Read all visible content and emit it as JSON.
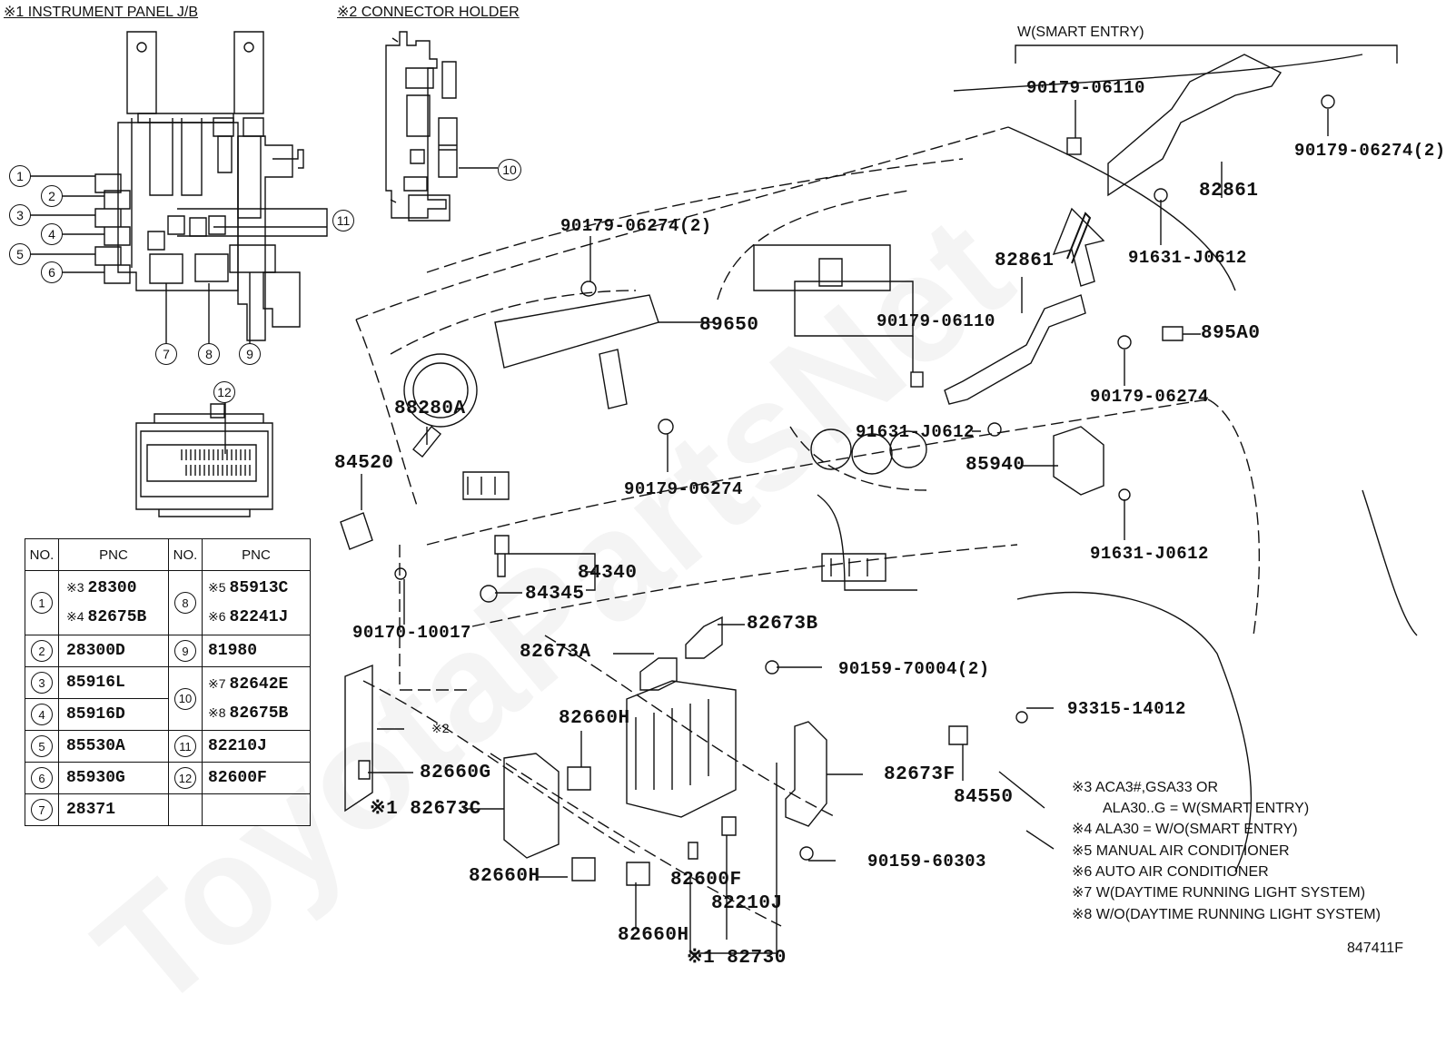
{
  "sections": {
    "instrument_panel_jb": "※1 INSTRUMENT PANEL J/B",
    "connector_holder": "※2 CONNECTOR HOLDER",
    "smart_entry_bracket": "W(SMART ENTRY)"
  },
  "callouts": [
    "1",
    "2",
    "3",
    "4",
    "5",
    "6",
    "7",
    "8",
    "9",
    "10",
    "11",
    "12"
  ],
  "table": {
    "headers": [
      "NO.",
      "PNC",
      "NO.",
      "PNC"
    ],
    "left": [
      {
        "no": "1",
        "parts": [
          {
            "mark": "※3",
            "pnc": "28300"
          },
          {
            "mark": "※4",
            "pnc": "82675B"
          }
        ]
      },
      {
        "no": "2",
        "parts": [
          {
            "mark": "",
            "pnc": "28300D"
          }
        ]
      },
      {
        "no": "3",
        "parts": [
          {
            "mark": "",
            "pnc": "85916L"
          }
        ]
      },
      {
        "no": "4",
        "parts": [
          {
            "mark": "",
            "pnc": "85916D"
          }
        ]
      },
      {
        "no": "5",
        "parts": [
          {
            "mark": "",
            "pnc": "85530A"
          }
        ]
      },
      {
        "no": "6",
        "parts": [
          {
            "mark": "",
            "pnc": "85930G"
          }
        ]
      },
      {
        "no": "7",
        "parts": [
          {
            "mark": "",
            "pnc": "28371"
          }
        ]
      }
    ],
    "right": [
      {
        "no": "8",
        "parts": [
          {
            "mark": "※5",
            "pnc": "85913C"
          },
          {
            "mark": "※6",
            "pnc": "82241J"
          }
        ]
      },
      {
        "no": "9",
        "parts": [
          {
            "mark": "",
            "pnc": "81980"
          }
        ]
      },
      {
        "no": "10",
        "parts": [
          {
            "mark": "※7",
            "pnc": "82642E"
          },
          {
            "mark": "※8",
            "pnc": "82675B"
          }
        ]
      },
      {
        "no": "11",
        "parts": [
          {
            "mark": "",
            "pnc": "82210J"
          }
        ]
      },
      {
        "no": "12",
        "parts": [
          {
            "mark": "",
            "pnc": "82600F"
          }
        ]
      }
    ]
  },
  "part_labels": {
    "p90179_06110_top": "90179-06110",
    "p82861_top": "82861",
    "p90179_06274_2_top": "90179-06274(2)",
    "p91631_J0612_top": "91631-J0612",
    "p82861_mid": "82861",
    "p90179_06274_2_dash": "90179-06274(2)",
    "p89650": "89650",
    "p90179_06110_mid": "90179-06110",
    "p895A0": "895A0",
    "p90179_06274_right": "90179-06274",
    "p88280A": "88280A",
    "p91631_J0612_mid": "91631-J0612",
    "p84520": "84520",
    "p85940": "85940",
    "p90179_06274_center": "90179-06274",
    "p91631_J0612_right": "91631-J0612",
    "p84340": "84340",
    "p84345": "84345",
    "p82673B": "82673B",
    "p90170_10017": "90170-10017",
    "p82673A": "82673A",
    "p90159_70004": "90159-70004(2)",
    "p93315_14012": "93315-14012",
    "p82660H_top": "82660H",
    "p_x2": "※2",
    "p82660G": "82660G",
    "p82673C": "※1 82673C",
    "p82673F": "82673F",
    "p84550": "84550",
    "p90159_60303": "90159-60303",
    "p82660H_left": "82660H",
    "p82600F": "82600F",
    "p82210J": "82210J",
    "p82660H_bottom": "82660H",
    "p82730": "※1 82730"
  },
  "notes": [
    "※3 ACA3#,GSA33 OR",
    "ALA30..G = W(SMART ENTRY)",
    "※4 ALA30 = W/O(SMART ENTRY)",
    "※5 MANUAL AIR CONDITIONER",
    "※6 AUTO AIR CONDITIONER",
    "※7 W(DAYTIME RUNNING LIGHT SYSTEM)",
    "※8 W/O(DAYTIME RUNNING LIGHT SYSTEM)"
  ],
  "figure_id": "847411F",
  "watermark": "ToyotaPartsNet"
}
